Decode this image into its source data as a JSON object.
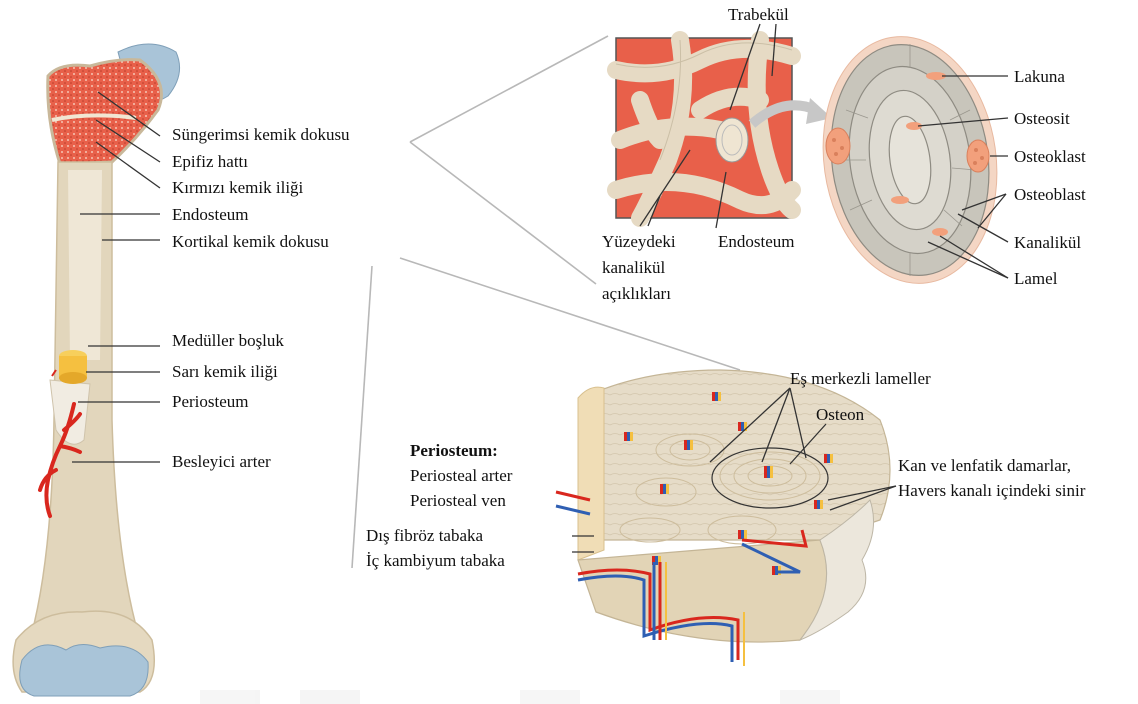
{
  "labels": {
    "bone": {
      "spongy": "Süngerimsi kemik dokusu",
      "epiphyseal_line": "Epifiz hattı",
      "red_marrow": "Kırmızı kemik iliği",
      "endosteum": "Endosteum",
      "compact": "Kortikal kemik dokusu",
      "medullary": "Medüller boşluk",
      "yellow_marrow": "Sarı kemik iliği",
      "periosteum": "Periosteum",
      "nutrient_artery": "Besleyici arter"
    },
    "spongy_detail": {
      "trabecula": "Trabekül",
      "canaliculi_line1": "Yüzeydeki",
      "canaliculi_line2": "kanalikül",
      "canaliculi_line3": "açıklıkları",
      "endosteum": "Endosteum"
    },
    "trabecula_section": {
      "lacuna": "Lakuna",
      "osteocyte": "Osteosit",
      "osteoclast": "Osteoklast",
      "osteoblast": "Osteoblast",
      "canaliculus": "Kanalikül",
      "lamella": "Lamel"
    },
    "compact_detail": {
      "concentric_lamellae": "Eş merkezli lameller",
      "osteon": "Osteon",
      "vessels_line1": "Kan ve lenfatik damarlar,",
      "vessels_line2": "Havers kanalı içindeki sinir",
      "periosteum_title": "Periosteum:",
      "periosteal_artery": "Periosteal arter",
      "periosteal_vein": "Periosteal ven",
      "outer_fibrous": "Dış fibröz tabaka",
      "inner_cambium": "İç kambiyum tabaka"
    }
  },
  "colors": {
    "bone": "#e8dcc6",
    "cartilage": "#a9c4d8",
    "red_marrow": "#e8604a",
    "yellow_marrow": "#f5c040",
    "artery": "#d9271e",
    "vein": "#2f5fb3",
    "osteoclast": "#f2a07c"
  }
}
